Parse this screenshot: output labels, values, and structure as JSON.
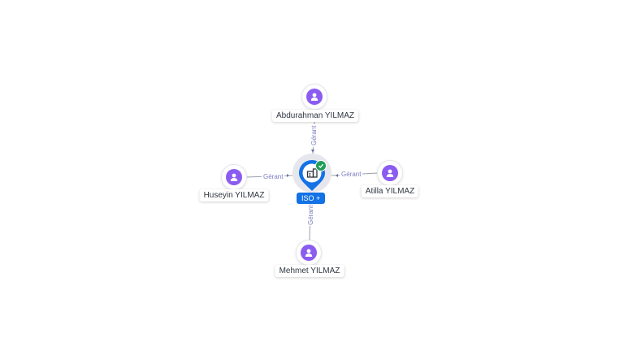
{
  "company": {
    "icon": "building-icon",
    "verified_icon": "check-icon",
    "badge_label": "ISO +",
    "colors": {
      "pin": "#1272e6",
      "verified": "#1f9d57"
    }
  },
  "people": [
    {
      "id": "top",
      "name": "Abdurahman YILMAZ",
      "role": "Gérant"
    },
    {
      "id": "left",
      "name": "Huseyin YILMAZ",
      "role": "Gérant"
    },
    {
      "id": "right",
      "name": "Atilla YILMAZ",
      "role": "Gérant"
    },
    {
      "id": "bottom",
      "name": "Mehmet YILMAZ",
      "role": "Gérant"
    }
  ],
  "colors": {
    "person": "#8a5cf0",
    "edge_label": "#7b7fc0",
    "edge": "#9aa0ad"
  }
}
